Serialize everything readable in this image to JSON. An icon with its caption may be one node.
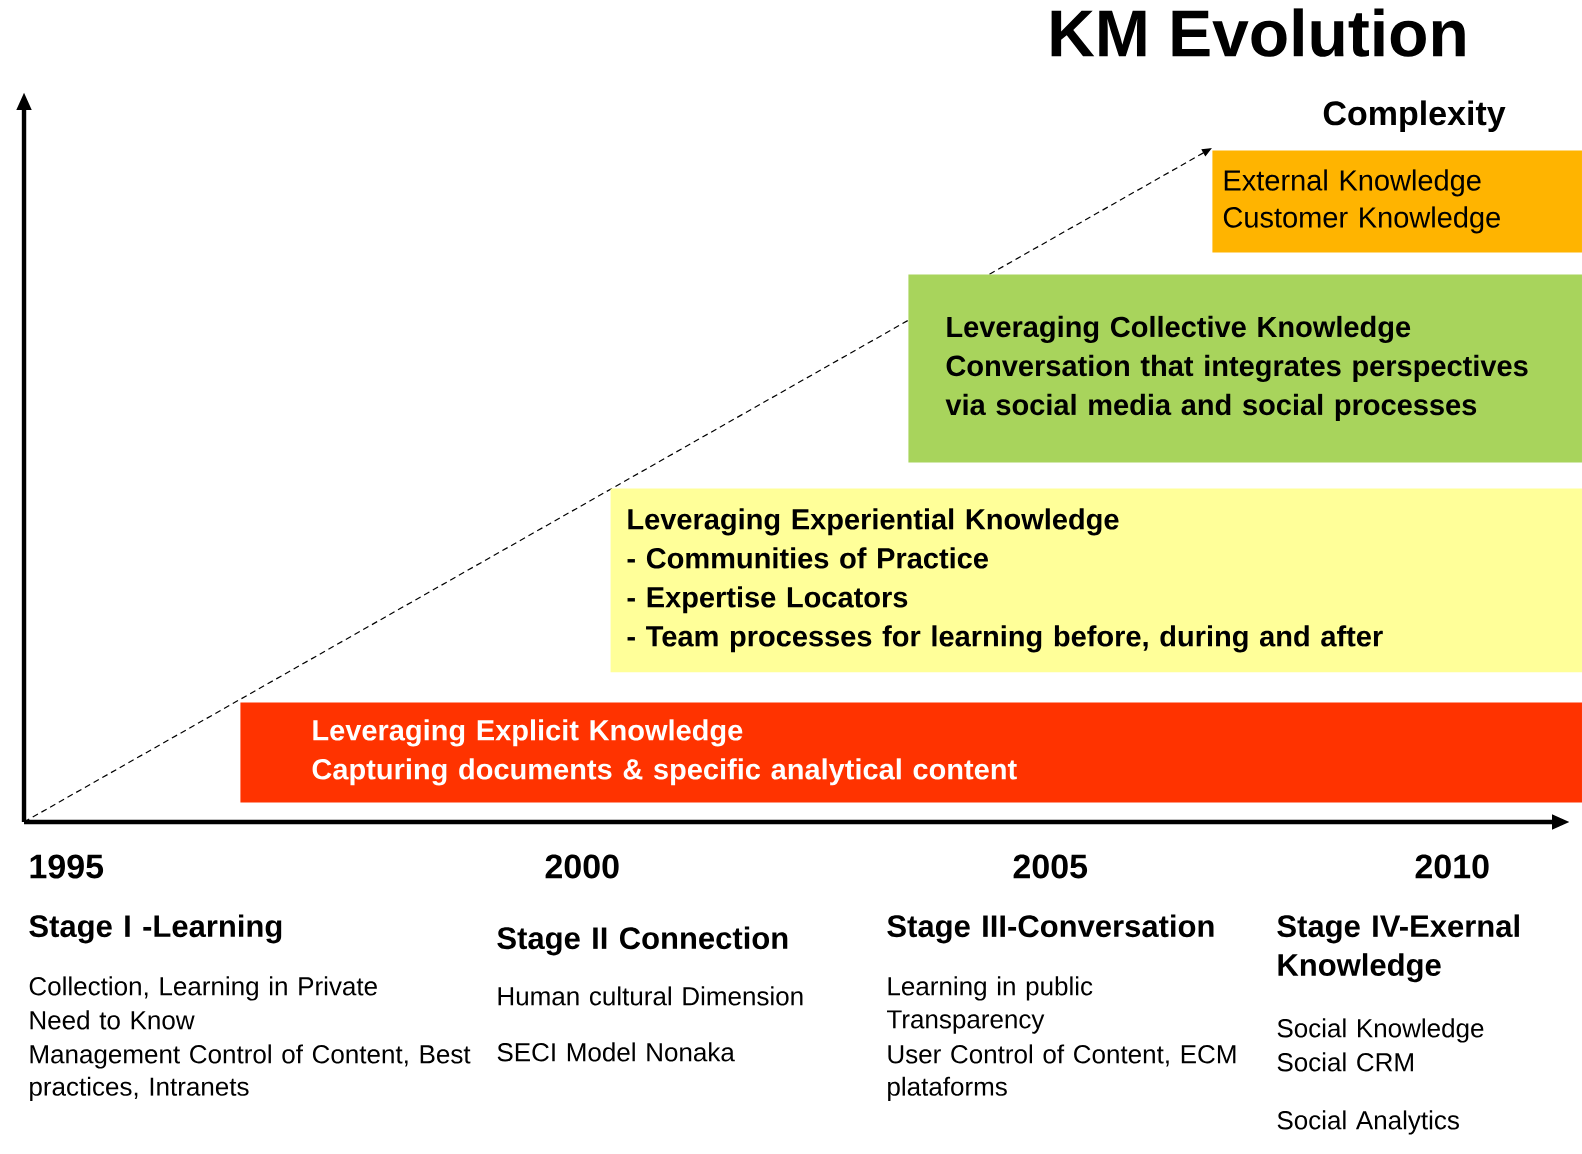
{
  "diagram": {
    "title": "KM Evolution",
    "nodes": [
      {
        "text": [
          "Leveraging Explicit Knowledge",
          "Capturing documents & specific analytical content"
        ]
      },
      {
        "text": [
          "Leveraging Experiential Knowledge",
          "- Communities of Practice",
          "- Expertise Locators",
          "- Team processes for learning before, during and after"
        ]
      },
      {
        "text": [
          "Leveraging Collective Knowledge",
          "Conversation that integrates perspectives via social media and social processes"
        ]
      },
      {
        "text": [
          "External Knowledge",
          "Customer Knowledge"
        ]
      }
    ],
    "labels": [
      "Complexity",
      "1995",
      "2000",
      "2005",
      "2010",
      "Stage I -Learning",
      "Stage II Connection",
      "Stage III-Conversation",
      "Stage IV-Exernal Knowledge",
      "Collection, Learning in Private",
      "Need to Know",
      "Management Control of Content, Best practices, Intranets",
      "Human cultural Dimension",
      "SECI Model Nonaka",
      "Learning in public",
      "Transparency",
      "User Control of Content, ECM plataforms",
      "Social Knowledge",
      "Social CRM",
      "Social Analytics"
    ]
  }
}
